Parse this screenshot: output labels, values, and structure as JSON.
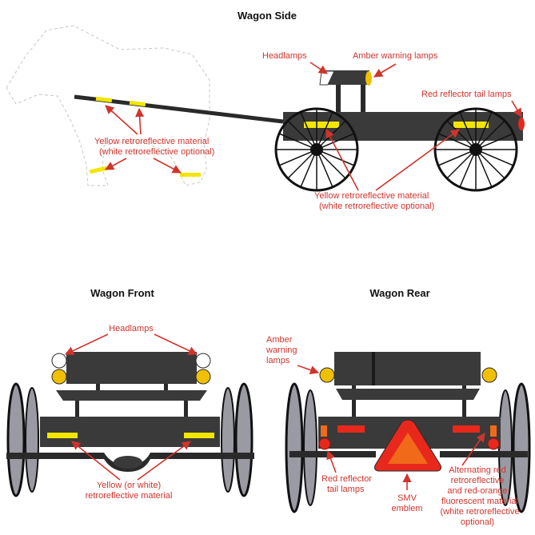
{
  "colors": {
    "label_red": "#d0342c",
    "wagon_body": "#3a3a3a",
    "retro_yellow": "#f2e600",
    "amber": "#f0c000",
    "red_lamp": "#e8281c",
    "smv_orange": "#f06a1a",
    "wheel": "#111111",
    "tire_gray": "#9a9aa2"
  },
  "side": {
    "title": "Wagon Side",
    "headlamps": "Headlamps",
    "amber": "Amber warning lamps",
    "tail": "Red reflector tail lamps",
    "yellow_left_1": "Yellow retroreflective material",
    "yellow_left_2": "(white retroreflective optional)",
    "yellow_right_1": "Yellow retroreflective material",
    "yellow_right_2": "(white retroreflective optional)"
  },
  "front": {
    "title": "Wagon Front",
    "headlamps": "Headlamps",
    "yellow_1": "Yellow (or white)",
    "yellow_2": "retroreflective material"
  },
  "rear": {
    "title": "Wagon Rear",
    "amber_1": "Amber",
    "amber_2": "warning",
    "amber_3": "lamps",
    "tail_1": "Red reflector",
    "tail_2": "tail lamps",
    "smv_1": "SMV",
    "smv_2": "emblem",
    "alt_1": "Alternating red",
    "alt_2": "retroreflective",
    "alt_3": "and red-orange",
    "alt_4": "fluorescent material",
    "alt_5": "(white retroreflective",
    "alt_6": "optional)"
  }
}
